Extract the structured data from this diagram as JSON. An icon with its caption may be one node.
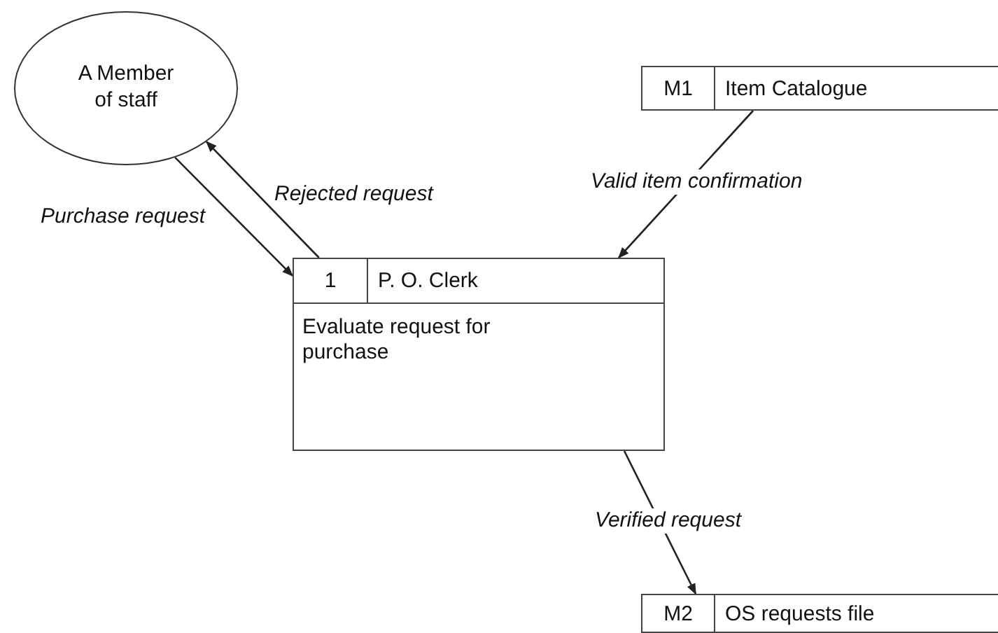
{
  "diagram": {
    "nodes": [
      {
        "text": [
          "A Member of staff"
        ]
      },
      {
        "text": [
          "1",
          "P. O. Clerk",
          "Evaluate request for purchase"
        ]
      },
      {
        "text": [
          "M1",
          "Item Catalogue"
        ]
      },
      {
        "text": [
          "M2",
          "OS requests file"
        ]
      }
    ],
    "edges": [
      {
        "from": 0,
        "to": 1,
        "arrow": "to",
        "label": "Purchase request"
      },
      {
        "from": 1,
        "to": 0,
        "arrow": "to",
        "label": "Rejected request"
      },
      {
        "from": 2,
        "to": 1,
        "arrow": "to",
        "label": "Valid item confirmation"
      },
      {
        "from": 1,
        "to": 3,
        "arrow": "to",
        "label": "Verified request"
      }
    ]
  }
}
